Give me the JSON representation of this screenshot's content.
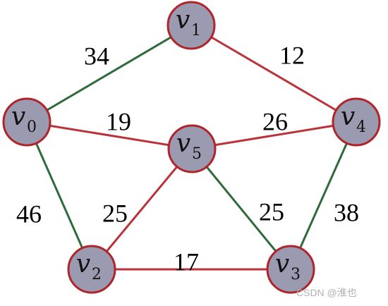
{
  "colors": {
    "node_fill": "#9a9ab0",
    "node_stroke": "#b0242b",
    "edge_red": "#bb333a",
    "edge_green": "#2f6b3a"
  },
  "nodes": [
    {
      "id": "v0",
      "letter": "v",
      "sub": "0"
    },
    {
      "id": "v1",
      "letter": "v",
      "sub": "1"
    },
    {
      "id": "v2",
      "letter": "v",
      "sub": "2"
    },
    {
      "id": "v3",
      "letter": "v",
      "sub": "3"
    },
    {
      "id": "v4",
      "letter": "v",
      "sub": "4"
    },
    {
      "id": "v5",
      "letter": "v",
      "sub": "5"
    }
  ],
  "edges": [
    {
      "from": "v0",
      "to": "v1",
      "weight": "34",
      "color": "green"
    },
    {
      "from": "v1",
      "to": "v4",
      "weight": "12",
      "color": "red"
    },
    {
      "from": "v0",
      "to": "v5",
      "weight": "19",
      "color": "red"
    },
    {
      "from": "v5",
      "to": "v4",
      "weight": "26",
      "color": "red"
    },
    {
      "from": "v0",
      "to": "v2",
      "weight": "46",
      "color": "green"
    },
    {
      "from": "v2",
      "to": "v5",
      "weight": "25",
      "color": "red"
    },
    {
      "from": "v5",
      "to": "v3",
      "weight": "25",
      "color": "green"
    },
    {
      "from": "v4",
      "to": "v3",
      "weight": "38",
      "color": "green"
    },
    {
      "from": "v2",
      "to": "v3",
      "weight": "17",
      "color": "red"
    }
  ],
  "watermark": "CSDN @淮也"
}
